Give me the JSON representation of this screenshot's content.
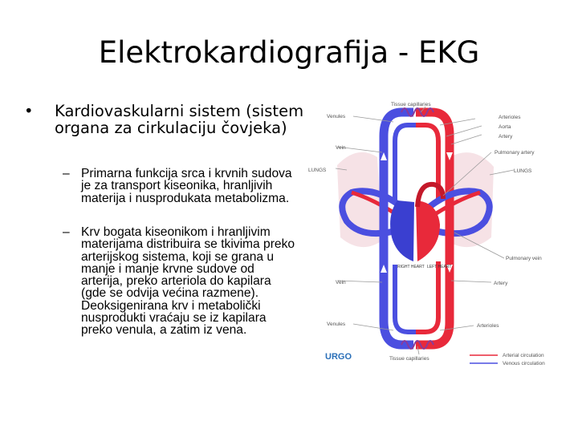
{
  "title": "Elektrokardiografija - EKG",
  "bullet": {
    "marker": "•",
    "text": "Kardiovaskularni sistem (sistem organa za cirkulaciju čovjeka)"
  },
  "subbullets": [
    {
      "marker": "–",
      "text": "Primarna funkcija srca i krvnih sudova je za transport kiseonika, hranljivih materija i nusprodukata metabolizma."
    },
    {
      "marker": "–",
      "text": "Krv bogata kiseonikom i hranljivim materijama distribuira se tkivima preko arterijskog sistema, koji se grana u manje i manje krvne sudove od arterija, preko arteriola do kapilara (gde se odvija većina razmene). Deoksigenirana krv i metabolički nusprodukti vraćaju se iz kapilara preko venula, a zatim iz vena."
    }
  ],
  "diagram": {
    "labels": {
      "tissue_capillaries_top": "Tissue capillaries",
      "venules_top": "Venules",
      "arterioles_top": "Arterioles",
      "aorta": "Aorta",
      "artery_top": "Artery",
      "vein_top": "Vein",
      "pulmonary_artery_top": "Pulmonary artery",
      "lungs_left": "LUNGS",
      "lungs_right": "LUNGS",
      "right_heart": "RIGHT HEART",
      "left_heart": "LEFT HEART",
      "pulmonary_vein": "Pulmonary vein",
      "vein_bottom": "Vein",
      "artery_bottom": "Artery",
      "venules_bottom": "Venules",
      "arterioles_bottom": "Arterioles",
      "tissue_capillaries_bottom": "Tissue capillaries",
      "logo": "URGO",
      "legend_arterial": "Arterial circulation",
      "legend_venous": "Venous circulation"
    },
    "colors": {
      "arterial": "#e8293a",
      "venous": "#4b4fe0",
      "lung": "#f6e2e6"
    }
  }
}
